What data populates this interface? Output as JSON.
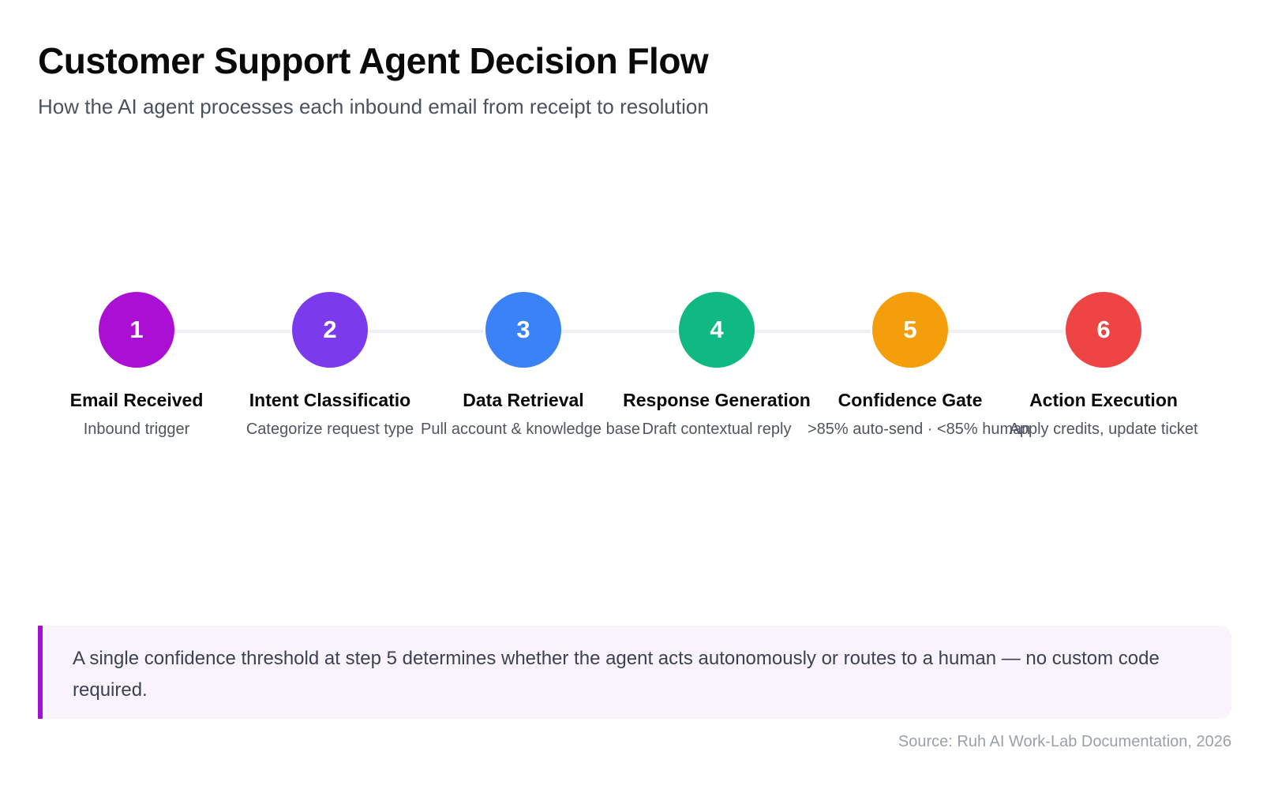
{
  "header": {
    "title": "Customer Support Agent Decision Flow",
    "subtitle": "How the AI agent processes each inbound email from receipt to resolution"
  },
  "steps": [
    {
      "number": "1",
      "title": "Email Received",
      "description": "Inbound trigger",
      "color": "#ab0fd3"
    },
    {
      "number": "2",
      "title": "Intent Classificatio",
      "description": "Categorize request type",
      "color": "#7c3aed"
    },
    {
      "number": "3",
      "title": "Data Retrieval",
      "description": "Pull account & knowledge base",
      "color": "#3b82f6"
    },
    {
      "number": "4",
      "title": "Response Generation",
      "description": "Draft contextual reply",
      "color": "#10b981"
    },
    {
      "number": "5",
      "title": "Confidence Gate",
      "description": ">85% auto-send · <85% human",
      "color": "#f59e0b"
    },
    {
      "number": "6",
      "title": "Action Execution",
      "description": "Apply credits, update ticket",
      "color": "#ef4444"
    }
  ],
  "callout": {
    "text": "A single confidence threshold at step 5 determines whether the agent acts autonomously or routes to a human — no custom code required.",
    "accent_color": "#a511d3"
  },
  "footer": {
    "source": "Source: Ruh AI Work-Lab Documentation, 2026"
  }
}
